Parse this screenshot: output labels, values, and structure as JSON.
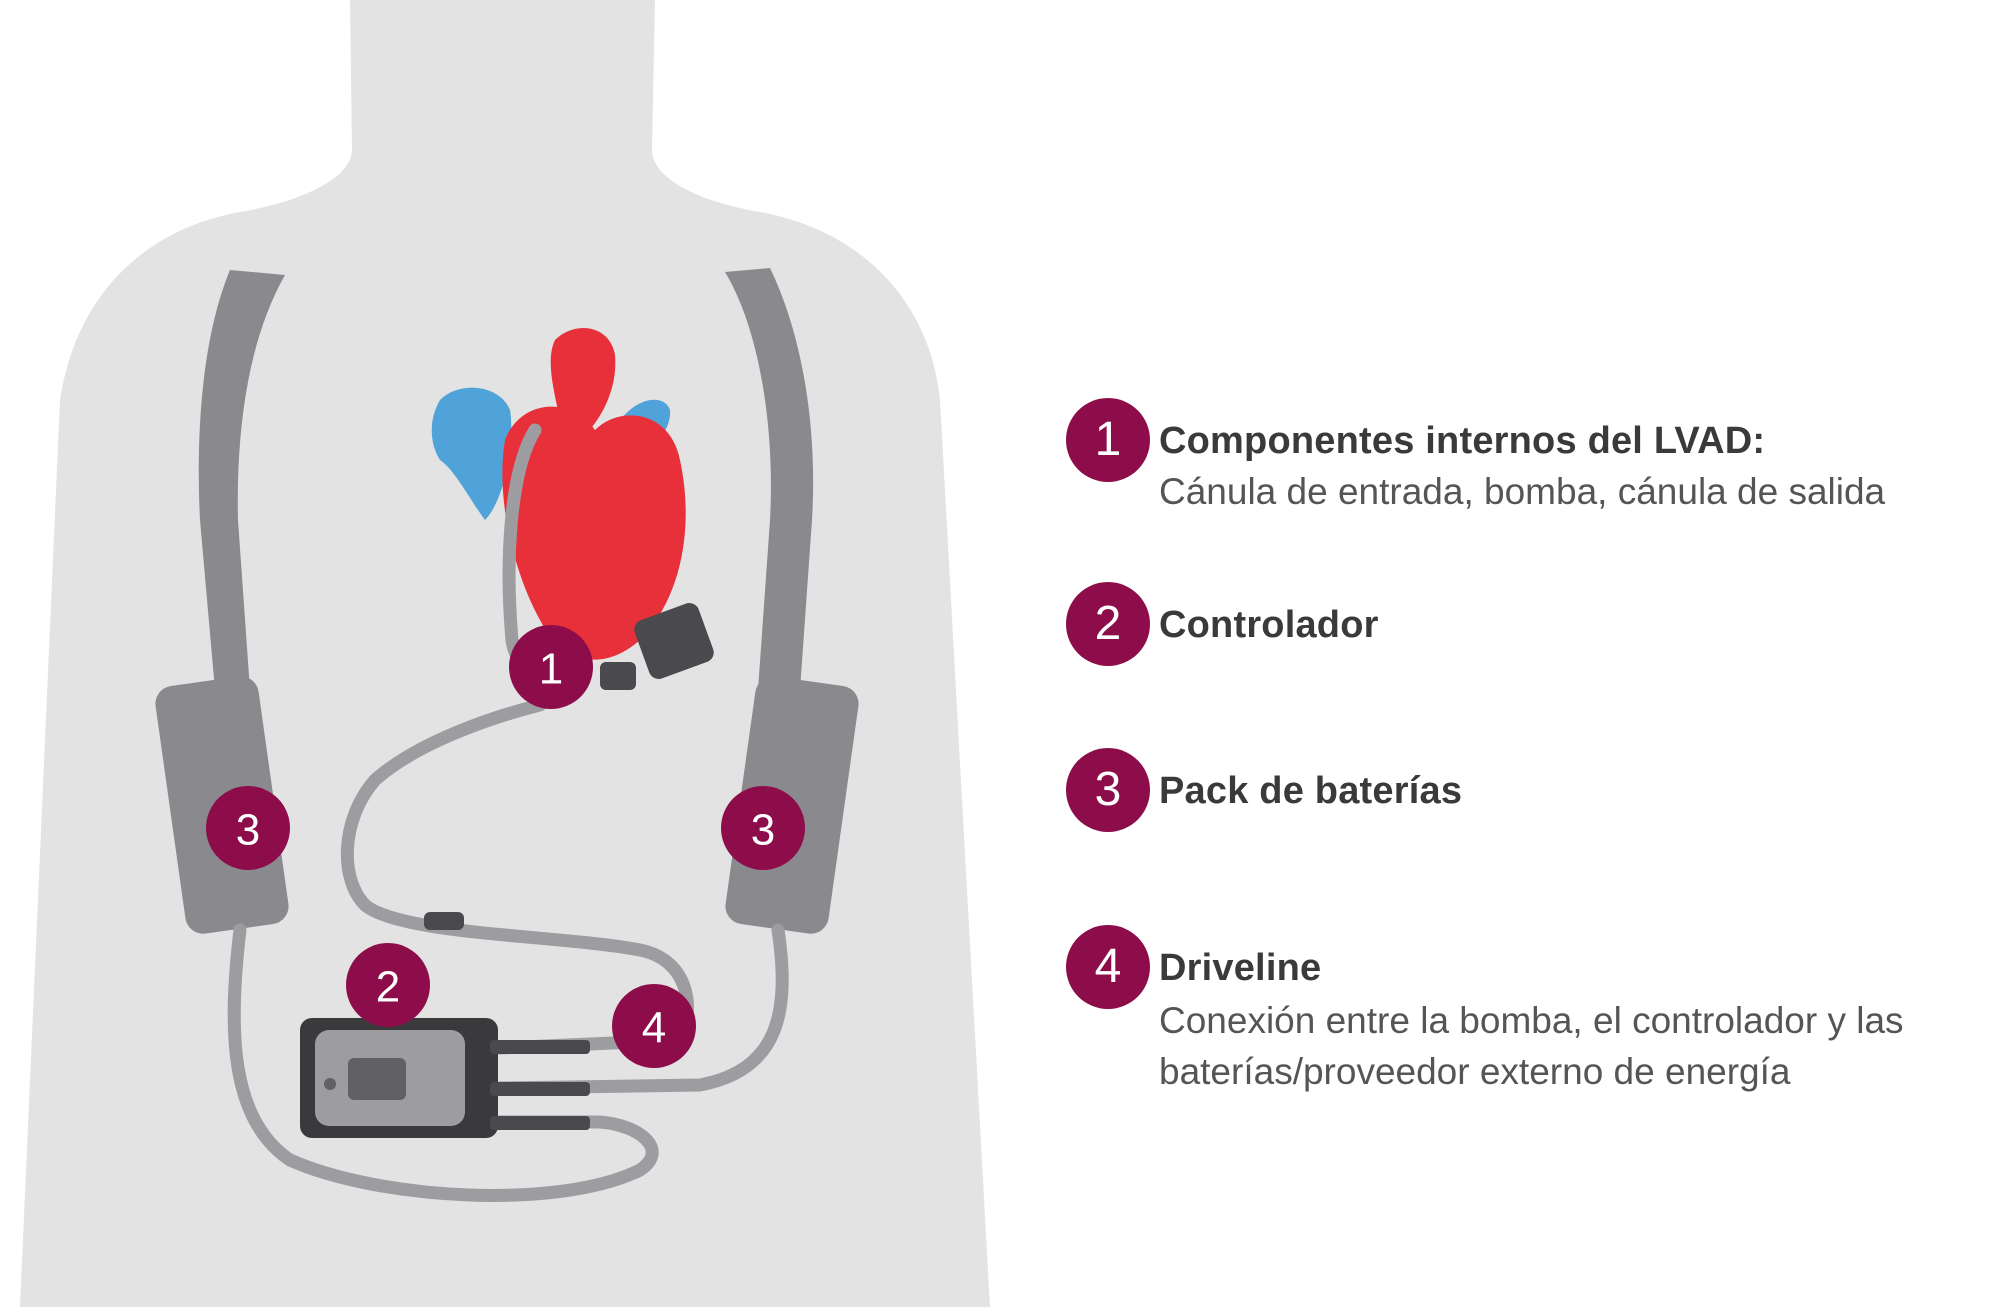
{
  "colors": {
    "badge": "#8c0d4a",
    "body": "#e3e3e3",
    "harness": "#8a8a8e",
    "cable": "#9d9da1",
    "cable_edge": "#616165",
    "heart": "#e8303a",
    "vessels": "#4fa3d9",
    "pump": "#4a4a4e",
    "controller_case": "#3a3a3d"
  },
  "markers": [
    {
      "number": "1"
    },
    {
      "number": "2"
    },
    {
      "number": "3"
    },
    {
      "number": "3"
    },
    {
      "number": "4"
    }
  ],
  "legend": [
    {
      "number": "1",
      "title": "Componentes internos del LVAD:",
      "lines": [
        "Cánula de entrada, bomba, cánula de salida"
      ]
    },
    {
      "number": "2",
      "title": "Controlador",
      "lines": []
    },
    {
      "number": "3",
      "title": "Pack de baterías",
      "lines": []
    },
    {
      "number": "4",
      "title": "Driveline",
      "lines": [
        "Conexión entre la bomba, el controlador y las",
        "baterías/proveedor externo de energía"
      ]
    }
  ]
}
